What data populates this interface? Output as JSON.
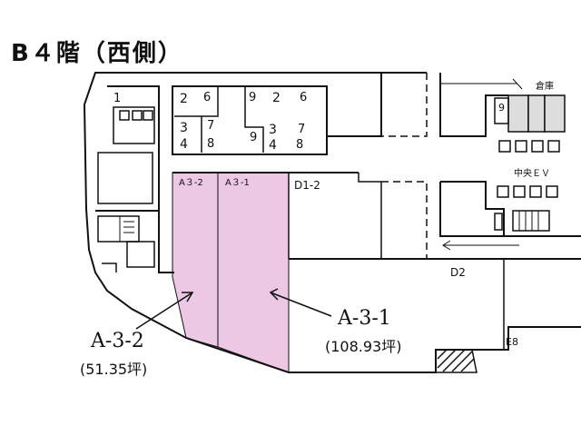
{
  "title": "B４階（西側）",
  "rooms": {
    "a32_label": "A３-2",
    "a31_label": "A３-1",
    "d12_label": "D1-2",
    "d2_label": "D2",
    "e8_label": "E8"
  },
  "callouts": {
    "a32_name": "A-3-2",
    "a32_area": "(51.35坪)",
    "a31_name": "A-3-1",
    "a31_area": "(108.93坪)"
  },
  "labels": {
    "stair_1": "1",
    "stair_6": "6",
    "stair_9": "9",
    "stair_2": "2",
    "stair_3": "3",
    "stair_4": "4",
    "stair_7": "7",
    "stair_8": "8",
    "warehouse": "倉庫",
    "central_ev": "中央ＥＶ"
  },
  "colors": {
    "highlight": "#ecc8e4",
    "line": "#111111"
  }
}
